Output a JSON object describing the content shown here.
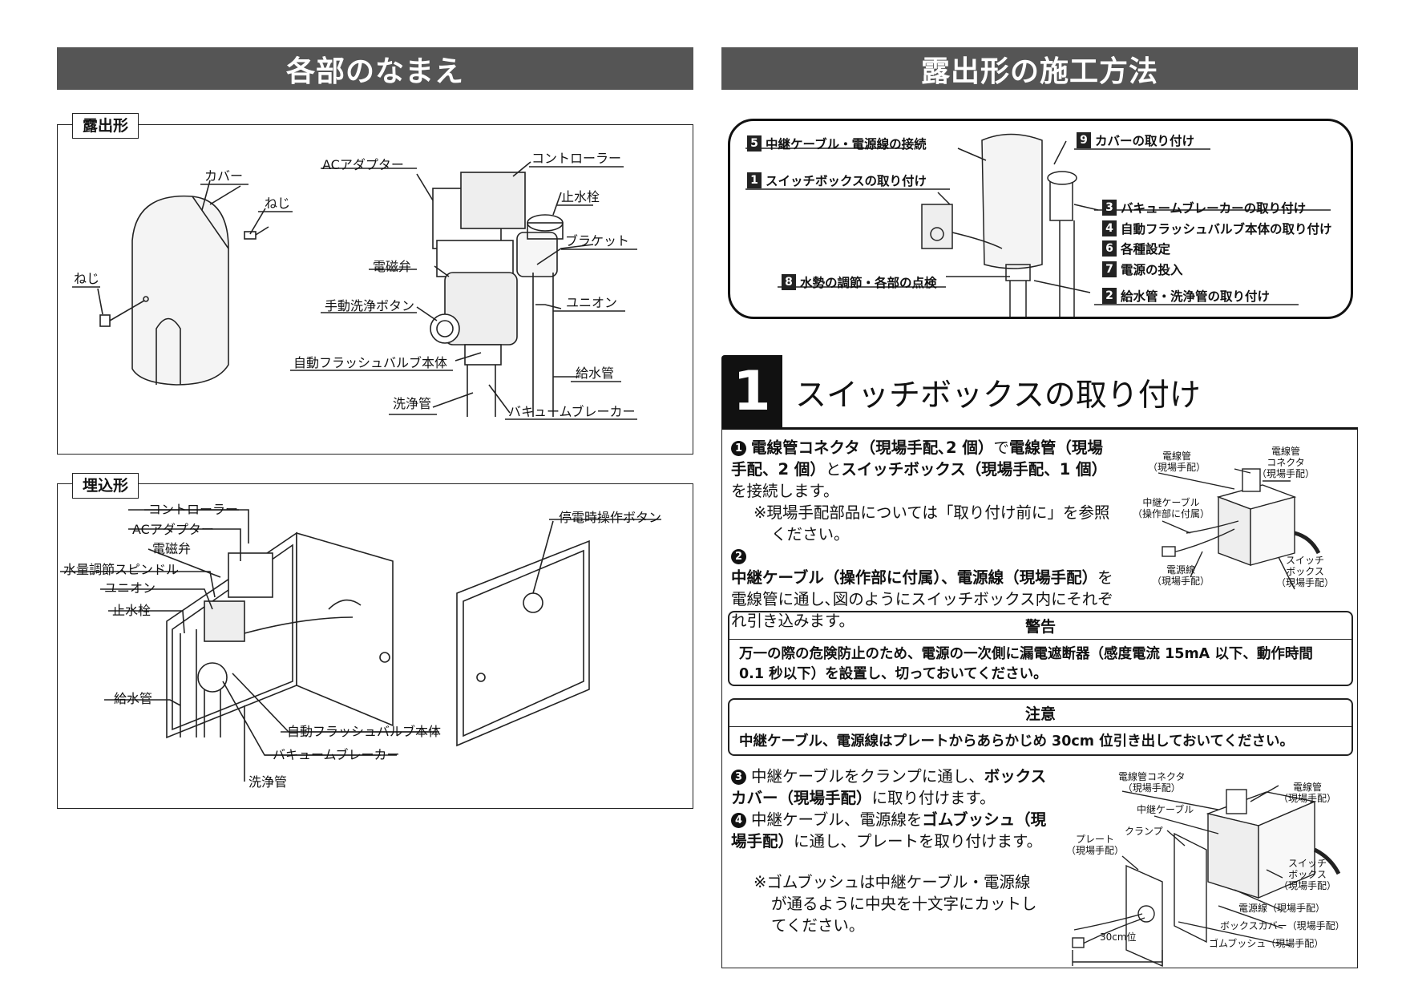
{
  "left": {
    "header": "各部のなまえ",
    "exposed": {
      "tab": "露出形",
      "labels": {
        "cover": "カバー",
        "screw_right": "ねじ",
        "screw_left": "ねじ",
        "ac_adapter": "ACアダプター",
        "controller": "コントローラー",
        "stop_valve": "止水栓",
        "bracket": "ブラケット",
        "solenoid": "電磁弁",
        "manual_button": "手動洗浄ボタン",
        "union": "ユニオン",
        "valve_body": "自動フラッシュバルブ本体",
        "supply_pipe": "給水管",
        "flush_pipe": "洗浄管",
        "vacuum_breaker": "バキュームブレーカー"
      }
    },
    "embedded": {
      "tab": "埋込形",
      "labels": {
        "controller": "コントローラー",
        "ac_adapter": "ACアダプター",
        "solenoid": "電磁弁",
        "spindle": "水量調節スピンドル",
        "union": "ユニオン",
        "stop_valve": "止水栓",
        "supply_pipe": "給水管",
        "valve_body": "自動フラッシュバルブ本体",
        "vacuum_breaker": "バキュームブレーカー",
        "flush_pipe": "洗浄管",
        "outage_button": "停電時操作ボタン"
      }
    }
  },
  "right": {
    "header": "露出形の施工方法",
    "overview_steps": {
      "s5": {
        "num": "5",
        "text": "中継ケーブル・電源線の接続"
      },
      "s1": {
        "num": "1",
        "text": "スイッチボックスの取り付け"
      },
      "s8": {
        "num": "8",
        "text": "水勢の調節・各部の点検"
      },
      "s9": {
        "num": "9",
        "text": "カバーの取り付け"
      },
      "s3": {
        "num": "3",
        "text": "バキュームブレーカーの取り付け"
      },
      "s4": {
        "num": "4",
        "text": "自動フラッシュバルブ本体の取り付け"
      },
      "s6": {
        "num": "6",
        "text": "各種設定"
      },
      "s7": {
        "num": "7",
        "text": "電源の投入"
      },
      "s2": {
        "num": "2",
        "text": "給水管・洗浄管の取り付け"
      }
    },
    "section": {
      "number": "1",
      "title": "スイッチボックスの取り付け"
    },
    "p1": {
      "mark": "1",
      "a": "電線管コネクタ（現場手配､2 個）",
      "b": "で",
      "c": "電線管（現場手配、2 個）",
      "d": "と",
      "e": "スイッチボックス（現場手配、1 個）",
      "f": "を接続します。",
      "note": "※現場手配部品については「取り付け前に」を参照ください。"
    },
    "p2": {
      "mark": "2",
      "a": "中継ケーブル（操作部に付属）、電源線（現場手配）",
      "b": "を電線管に通し､図のようにスイッチボックス内にそれぞれ引き込みます。"
    },
    "fig1": {
      "conduit": "電線管",
      "conduit_sub": "（現場手配）",
      "connector": "電線管",
      "connector2": "コネクタ",
      "connector_sub": "（現場手配）",
      "relay": "中継ケーブル",
      "relay_sub": "（操作部に付属）",
      "power": "電源線",
      "power_sub": "（現場手配）",
      "switch": "スイッチ",
      "switch2": "ボックス",
      "switch_sub": "（現場手配）"
    },
    "warning": {
      "title": "警告",
      "body": "万一の際の危険防止のため、電源の一次側に漏電遮断器（感度電流 15mA 以下、動作時間 0.1 秒以下）を設置し、切っておいてください。"
    },
    "caution": {
      "title": "注意",
      "body": "中継ケーブル、電源線はプレートからあらかじめ 30cm 位引き出しておいてください。"
    },
    "p3": {
      "mark": "3",
      "a": "中継ケーブルをクランプに通し、",
      "b": "ボックスカバー（現場手配）",
      "c": "に取り付けます。"
    },
    "p4": {
      "mark": "4",
      "a": "中継ケーブル、電源線を",
      "b": "ゴムブッシュ（現場手配）",
      "c": "に通し、プレートを取り付けます。",
      "note": "※ゴムブッシュは中継ケーブル・電源線が通るように中央を十文字にカットしてください。"
    },
    "fig2": {
      "connector": "電線管コネクタ",
      "connector_sub": "（現場手配）",
      "relay": "中継ケーブル",
      "clamp": "クランプ",
      "plate": "プレート",
      "plate_sub": "（現場手配）",
      "conduit": "電線管",
      "conduit_sub": "（現場手配）",
      "switch": "スイッチ",
      "switch2": "ボックス",
      "switch_sub": "（現場手配）",
      "power": "電源線（現場手配）",
      "box_cover": "ボックスカバー（現場手配）",
      "bush": "ゴムブッシュ（現場手配）",
      "dim": "30cm位"
    }
  }
}
